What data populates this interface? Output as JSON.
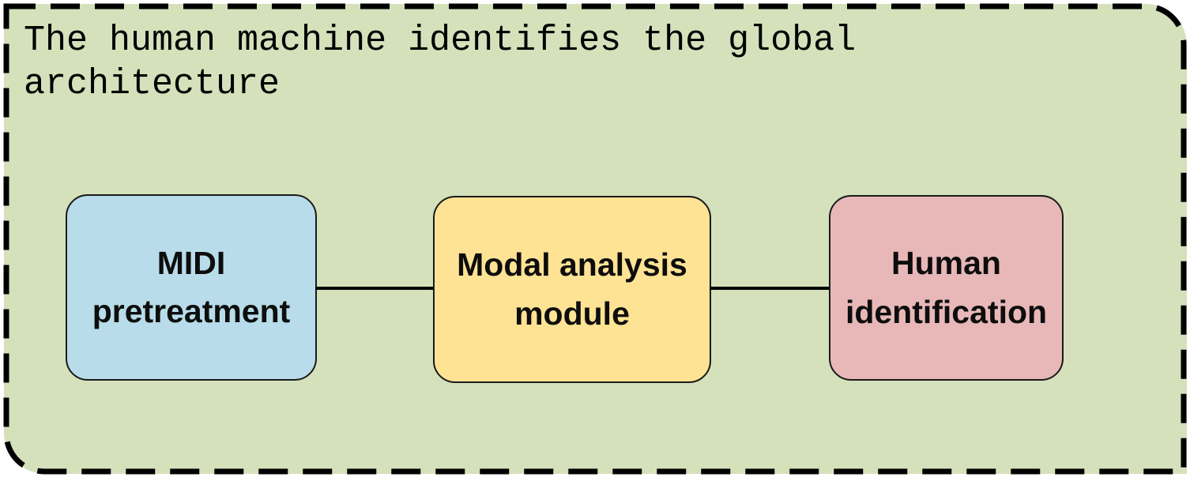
{
  "diagram": {
    "title": "The human machine identifies the global architecture",
    "background_color": "#D5E1BB",
    "border_color": "#000000"
  },
  "nodes": [
    {
      "id": "midi-pretreatment",
      "line1": "MIDI",
      "line2": "pretreatment",
      "fill": "#B8DCE9"
    },
    {
      "id": "modal-analysis-module",
      "line1": "Modal analysis",
      "line2": "module",
      "fill": "#FFE394"
    },
    {
      "id": "human-identification",
      "line1": "Human",
      "line2": "identification",
      "fill": "#E7B8B7"
    }
  ],
  "connectors": [
    {
      "from": "midi-pretreatment",
      "to": "modal-analysis-module"
    },
    {
      "from": "modal-analysis-module",
      "to": "human-identification"
    }
  ]
}
